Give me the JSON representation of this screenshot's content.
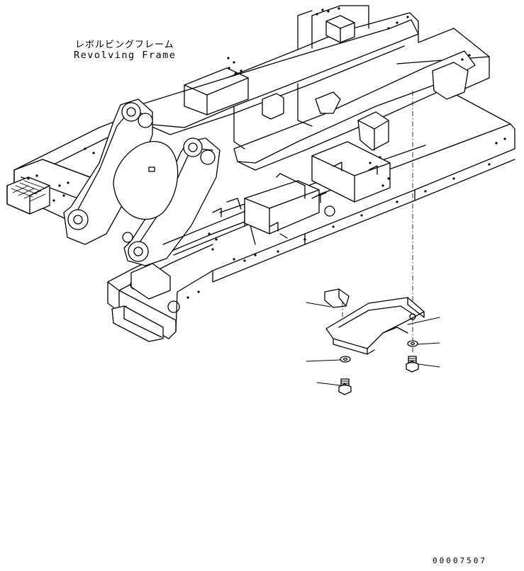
{
  "title": {
    "japanese": "レボルビングフレーム",
    "english": "Revolving Frame"
  },
  "drawing_number": "00007507",
  "colors": {
    "line": "#000000",
    "background": "#ffffff"
  },
  "parts": {
    "main": "revolving-frame",
    "callouts": [
      "cover-bracket",
      "cover-plate",
      "washer-left",
      "bolt-left",
      "washer-right",
      "bolt-right"
    ]
  }
}
